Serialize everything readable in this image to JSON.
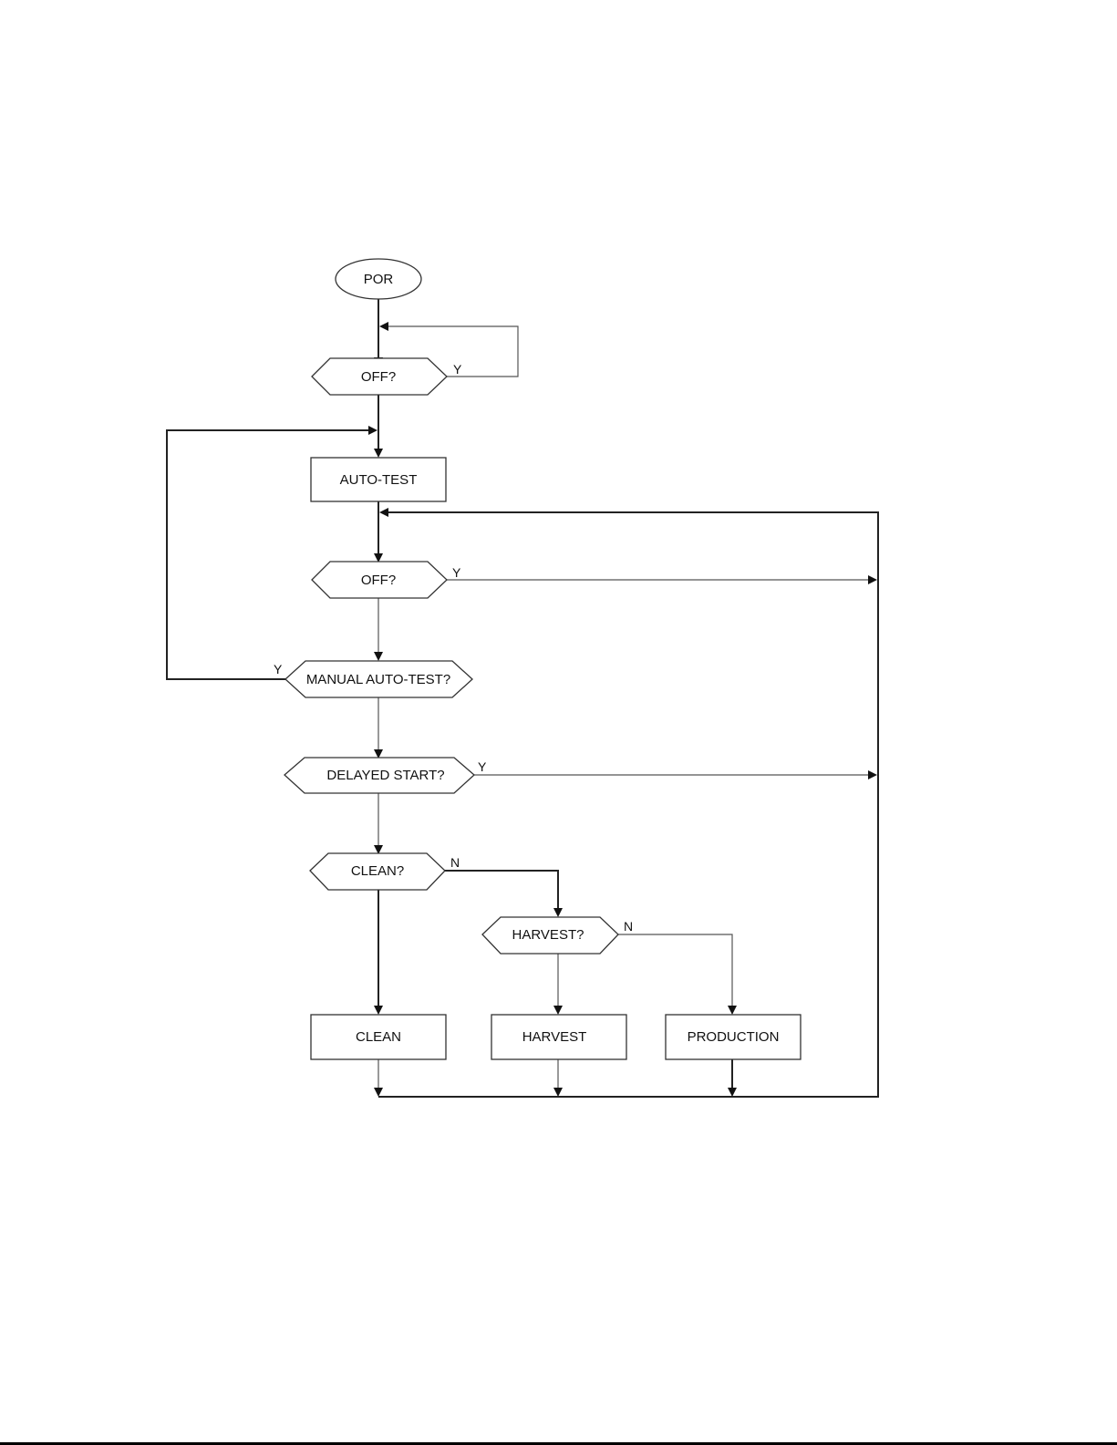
{
  "nodes": {
    "por": "POR",
    "off1": "OFF?",
    "autotest": "AUTO-TEST",
    "off2": "OFF?",
    "manual": "MANUAL AUTO-TEST?",
    "delayed": "DELAYED START?",
    "clean_q": "CLEAN?",
    "harvest_q": "HARVEST?",
    "clean": "CLEAN",
    "harvest": "HARVEST",
    "production": "PRODUCTION"
  },
  "edges": {
    "off1_yes": "Y",
    "off2_yes": "Y",
    "manual_yes": "Y",
    "delayed_yes": "Y",
    "clean_no": "N",
    "harvest_no": "N"
  }
}
